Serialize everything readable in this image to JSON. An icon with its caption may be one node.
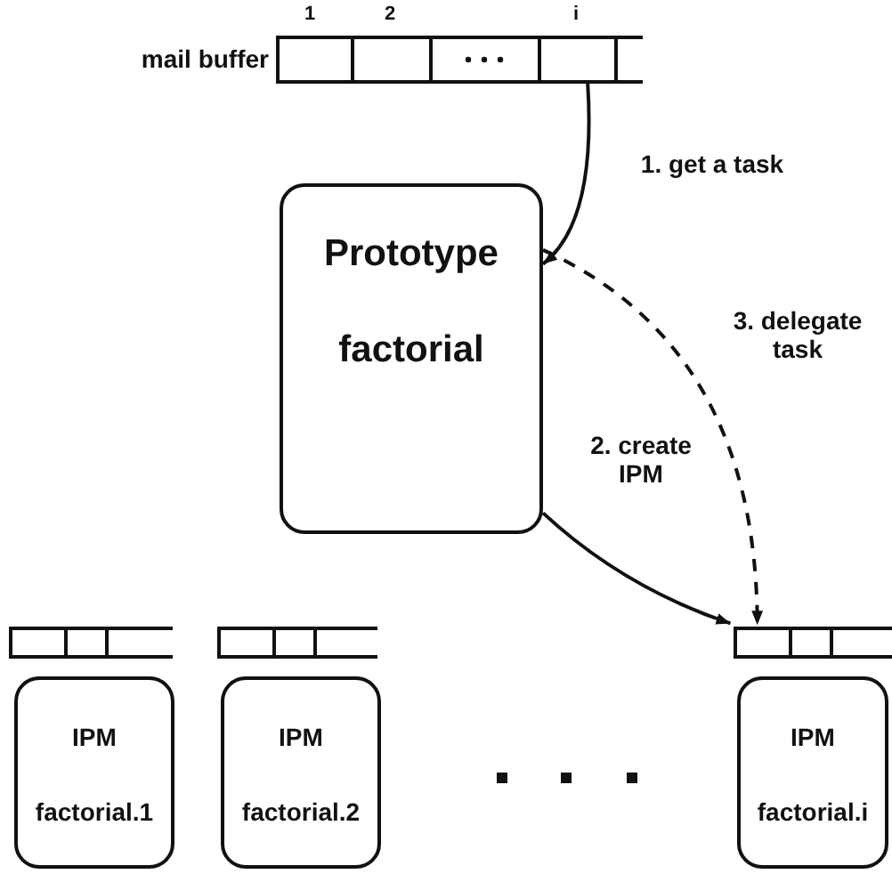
{
  "diagram": {
    "nodes": [
      {
        "text": [],
        "shape": "bar",
        "beside": [
          "mail buffer"
        ]
      },
      {
        "text": [
          "Prototype",
          "factorial"
        ]
      },
      {
        "text": [],
        "shape": "bar"
      },
      {
        "text": [
          "IPM",
          "factorial.1"
        ]
      },
      {
        "text": [],
        "shape": "bar"
      },
      {
        "text": [
          "IPM",
          "factorial.2"
        ]
      },
      {
        "text": [],
        "shape": "bar"
      },
      {
        "text": [
          "IPM",
          "factorial.i"
        ]
      }
    ],
    "edges": [
      {
        "from": 0,
        "to": 1,
        "arrow": "to",
        "label": "1. get a task"
      },
      {
        "from": 1,
        "to": 6,
        "arrow": "to",
        "label": "2. create IPM"
      },
      {
        "from": 1,
        "to": 6,
        "arrow": "to",
        "label": "3. delegate task",
        "style": "dashed"
      }
    ],
    "labels": [
      "1",
      "2",
      "i"
    ]
  }
}
